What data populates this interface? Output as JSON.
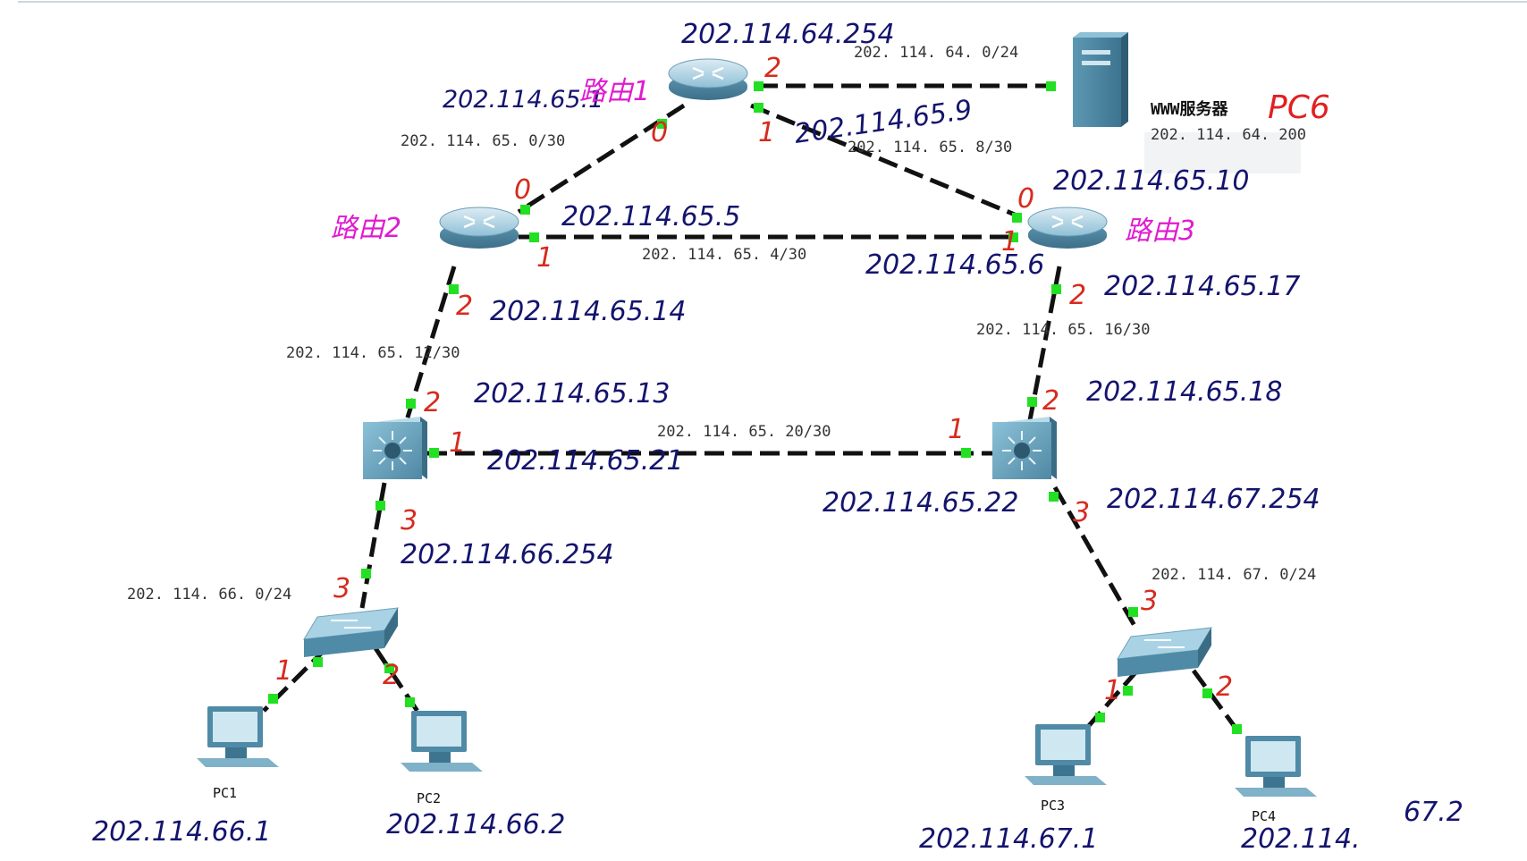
{
  "networks": {
    "n_64_0": "202. 114. 64. 0/24",
    "n_65_0": "202. 114. 65. 0/30",
    "n_65_8": "202. 114. 65. 8/30",
    "n_65_4": "202. 114. 65. 4/30",
    "n_65_12": "202. 114. 65. 12/30",
    "n_65_16": "202. 114. 65. 16/30",
    "n_65_20": "202. 114. 65. 20/30",
    "n_66_0": "202. 114. 66. 0/24",
    "n_67_0": "202. 114. 67. 0/24"
  },
  "devices": {
    "server_name": "WWW服务器",
    "server_ip": "202. 114. 64. 200",
    "pc1": "PC1",
    "pc2": "PC2",
    "pc3": "PC3",
    "pc4": "PC4"
  },
  "annotations": {
    "r1_ip_top": "202.114.64.254",
    "r1_ip_left": "202.114.65.1",
    "r1_name": "路由1",
    "r1_ip_right": "202.114.65.9",
    "server_pc6": "PC6",
    "r2_name": "路由2",
    "r2_ip_right": "202.114.65.5",
    "r2_ip_bottom": "202.114.65.14",
    "r3_ip_top": "202.114.65.10",
    "r3_name": "路由3",
    "r3_ip_left": "202.114.65.6",
    "r3_ip_bottom": "202.114.65.17",
    "s1_ip_top": "202.114.65.13",
    "s1_ip_right": "202.114.65.21",
    "s1_ip_bottom": "202.114.66.254",
    "s2_ip_top": "202.114.65.18",
    "s2_ip_left": "202.114.65.22",
    "s2_ip_bottom": "202.114.67.254",
    "pc1_ip": "202.114.66.1",
    "pc2_ip": "202.114.66.2",
    "pc3_ip": "202.114.67.1",
    "pc4_ip_a": "202.114.",
    "pc4_ip_b": "67.2"
  },
  "ports": {
    "r1_server": "2",
    "r1_r2": "0",
    "r1_r3": "1",
    "r2_r1": "0",
    "r2_r3": "1",
    "r2_s1": "2",
    "r3_r1": "0",
    "r3_r2": "1",
    "r3_s2": "2",
    "s1_r2": "2",
    "s1_s2": "1",
    "s1_sw1": "3",
    "s2_r3": "2",
    "s2_s1": "1",
    "s2_sw2": "3",
    "sw1_s1": "3",
    "sw1_pc1": "1",
    "sw1_pc2": "2",
    "sw2_s2": "3",
    "sw2_pc3": "1",
    "sw2_pc4": "2"
  },
  "colors": {
    "link": "#111111",
    "port_dot": "#22e022",
    "router_body": "#6ea9c4",
    "handwriting_blue": "#14146e",
    "handwriting_red": "#d62b1e",
    "handwriting_pink": "#e01bd0"
  }
}
